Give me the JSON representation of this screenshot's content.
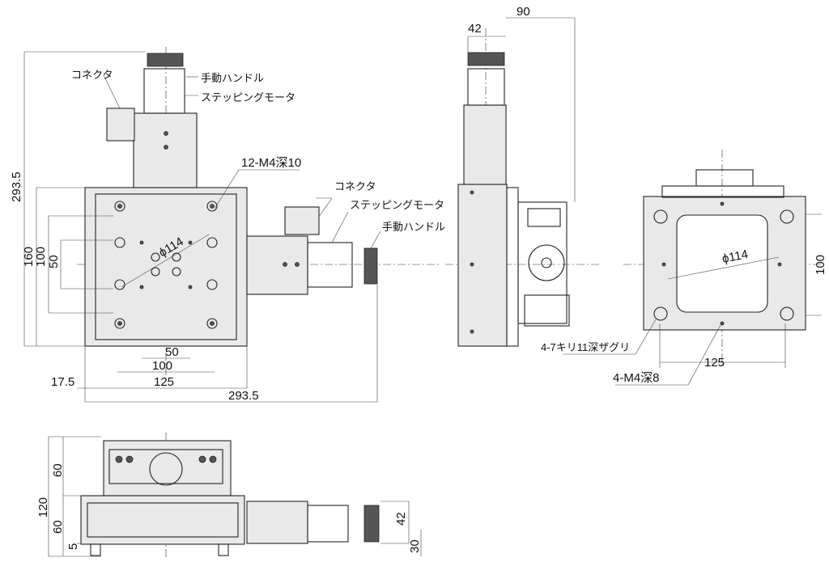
{
  "labels": {
    "connector": "コネクタ",
    "manual_handle": "手動ハンドル",
    "stepping_motor": "ステッピングモータ",
    "tap_12": "12-M4深10",
    "counterbore": "4-7キリ11深ザグリ",
    "tap_4": "4-M4深8",
    "phi_114": "ϕ114"
  },
  "dims": {
    "d_293_5": "293.5",
    "d_160": "160",
    "d_100": "100",
    "d_50": "50",
    "d_17_5": "17.5",
    "d_125": "125",
    "d_90": "90",
    "d_42": "42",
    "d_120": "120",
    "d_60": "60",
    "d_5": "5",
    "d_30": "30"
  }
}
